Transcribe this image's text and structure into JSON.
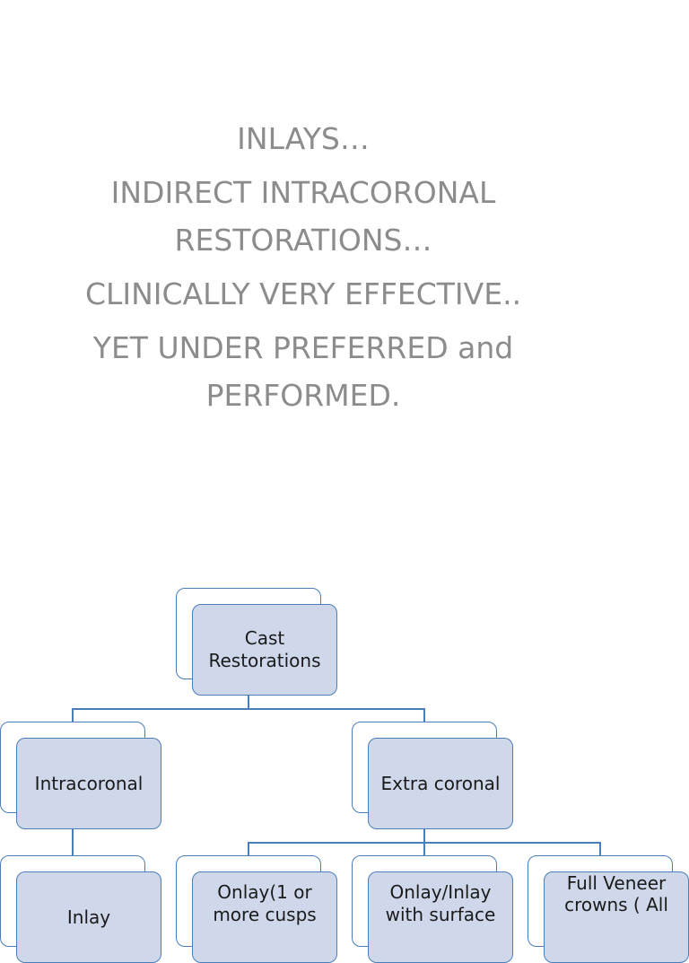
{
  "title_lines": [
    "INLAYS…",
    "INDIRECT INTRACORONAL RESTORATIONS…",
    "CLINICALLY VERY EFFECTIVE..",
    "YET UNDER PREFERRED and PERFORMED."
  ],
  "org_chart": {
    "root": {
      "label": "Cast Restorations"
    },
    "level1": [
      {
        "label": "Intracoronal"
      },
      {
        "label": "Extra coronal"
      }
    ],
    "level2_intracoronal": [
      {
        "label": "Inlay"
      }
    ],
    "level2_extracoronal": [
      {
        "label": "Onlay(1 or more cusps"
      },
      {
        "label": "Onlay/Inlay with surface"
      },
      {
        "label": "Full Veneer crowns ( All"
      }
    ]
  },
  "colors": {
    "title_text": "#8c8c8c",
    "node_fill": "#cfd8ea",
    "node_border": "#4a7eb8"
  }
}
